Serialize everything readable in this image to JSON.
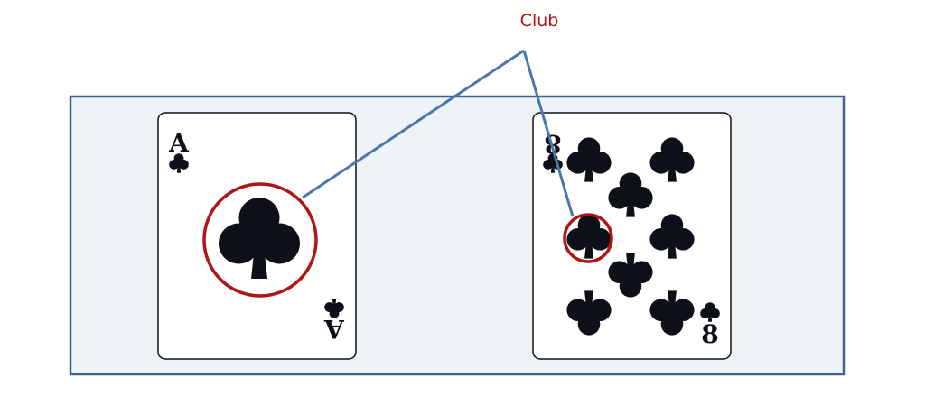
{
  "callout": {
    "label": "Club"
  },
  "cards": [
    {
      "rank": "A",
      "suit": "club"
    },
    {
      "rank": "8",
      "suit": "club"
    }
  ],
  "colors": {
    "panel_fill": "#eef3f8",
    "panel_stroke": "#3d6494",
    "card_fill": "#ffffff",
    "card_stroke": "#111111",
    "suit_fill": "#0d1117",
    "highlight_ring": "#b01515",
    "leader_line": "#4a78ad",
    "label_text": "#b01515"
  }
}
